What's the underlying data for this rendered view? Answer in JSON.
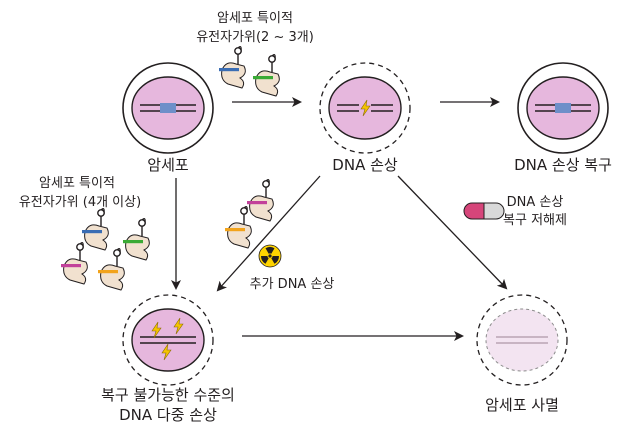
{
  "labels": {
    "specific_scissors_top_line1": "암세포 특이적",
    "specific_scissors_top_line2": "유전자가위(2 ~ 3개)",
    "specific_scissors_left_line1": "암세포 특이적",
    "specific_scissors_left_line2": "유전자가위 (4개 이상)",
    "cancer_cell": "암세포",
    "dna_damage": "DNA 손상",
    "dna_repair": "DNA 손상 복구",
    "inhibitor_line1": "DNA 손상",
    "inhibitor_line2": "복구 저해제",
    "extra_damage": "추가 DNA 손상",
    "multi_damage_line1": "복구 불가능한 수준의",
    "multi_damage_line2": "DNA 다중 손상",
    "cell_death": "암세포 사멸"
  },
  "colors": {
    "cell_fill": "#e6b7dd",
    "cell_stroke": "#231f20",
    "dna_line": "#231f20",
    "dna_mark": "#6e8fc9",
    "arrow": "#231f20",
    "scissor_body": "#f1e1cf",
    "guide_blue": "#3a6db4",
    "guide_green": "#3aaa35",
    "guide_magenta": "#c2419a",
    "guide_orange": "#f2a31b",
    "inhibitor_red": "#d6457a",
    "inhibitor_gray": "#d9d9d9",
    "lightning": "#f5c400",
    "radiation_yellow": "#ffd400",
    "dead_cell": "#f3e4f1"
  },
  "icons": [
    "gene-scissors-icon",
    "lightning-icon",
    "radiation-icon",
    "pill-icon"
  ]
}
